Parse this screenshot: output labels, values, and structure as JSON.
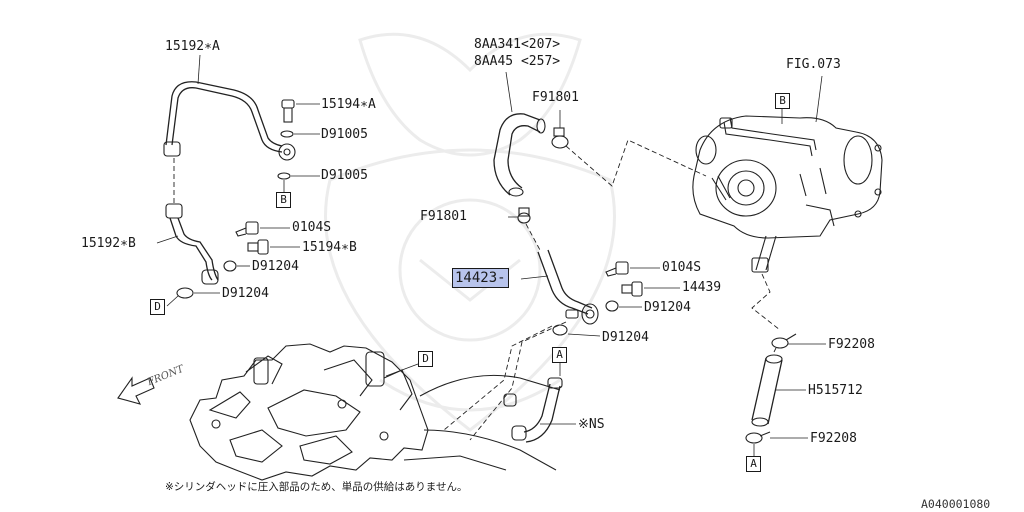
{
  "labels": {
    "p15192a": "15192∗A",
    "p15194a": "15194∗A",
    "d91005_1": "D91005",
    "d91005_2": "D91005",
    "p0104s_1": "0104S",
    "p15192b": "15192∗B",
    "p15194b": "15194∗B",
    "d91204_1": "D91204",
    "d91204_2": "D91204",
    "p8aa341": "8AA341<207>",
    "p8aa45": "8AA45 <257>",
    "f91801_top": "F91801",
    "f91801_mid": "F91801",
    "p14423": "14423-",
    "p0104s_2": "0104S",
    "p14439": "14439",
    "d91204_3": "D91204",
    "d91204_4": "D91204",
    "fig073": "FIG.073",
    "f92208_1": "F92208",
    "h515712": "H515712",
    "f92208_2": "F92208",
    "ns": "※NS"
  },
  "refs": {
    "b_top": "B",
    "b_left": "B",
    "d_left": "D",
    "d_engine": "D",
    "a_mid": "A",
    "a_bottom": "A"
  },
  "front_label": "FRONT",
  "footnote": "※シリンダヘッドに圧入部品のため、単品の供給はありません。",
  "diagram_code": "A040001080",
  "highlight_color": "#b8c4ec"
}
